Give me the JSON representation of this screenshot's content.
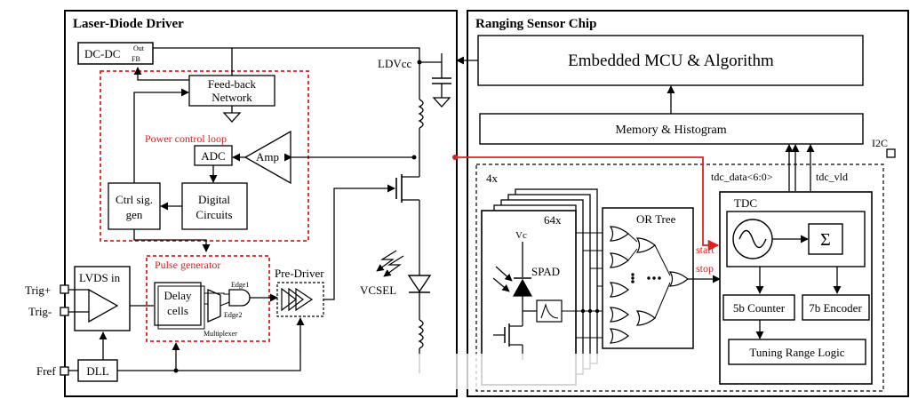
{
  "panels": {
    "left_title": "Laser-Diode Driver",
    "right_title": "Ranging Sensor Chip"
  },
  "power": {
    "dcdc": "DC-DC",
    "dcdc_out": "Out",
    "dcdc_fb": "FB",
    "ldvcc": "LDVcc"
  },
  "power_loop": {
    "title": "Power control loop",
    "feedback_line1": "Feed-back",
    "feedback_line2": "Network",
    "adc": "ADC",
    "amp": "Amp",
    "digital_line1": "Digital",
    "digital_line2": "Circuits",
    "ctrl_line1": "Ctrl sig.",
    "ctrl_line2": "gen"
  },
  "pulse": {
    "title": "Pulse generator",
    "delay_line1": "Delay",
    "delay_line2": "cells",
    "edge1": "Edge1",
    "edge2": "Edge2",
    "multiplexer": "Multiplexer",
    "pre_driver": "Pre-Driver"
  },
  "io": {
    "lvds": "LVDS in",
    "trig_plus": "Trig+",
    "trig_minus": "Trig-",
    "fref": "Fref",
    "dll": "DLL",
    "vcsel": "VCSEL",
    "i2c": "I2C"
  },
  "sensor": {
    "mcu": "Embedded MCU & Algorithm",
    "memory": "Memory & Histogram",
    "array_count": "4x",
    "pixel_count": "64x",
    "vc": "Vc",
    "spad": "SPAD",
    "or_tree": "OR Tree",
    "start": "start",
    "stop": "stop",
    "tdc_data": "tdc_data<6:0>",
    "tdc_vld": "tdc_vld",
    "tdc": "TDC",
    "sigma": "Σ",
    "counter": "5b Counter",
    "encoder": "7b Encoder",
    "tuning": "Tuning Range Logic"
  }
}
